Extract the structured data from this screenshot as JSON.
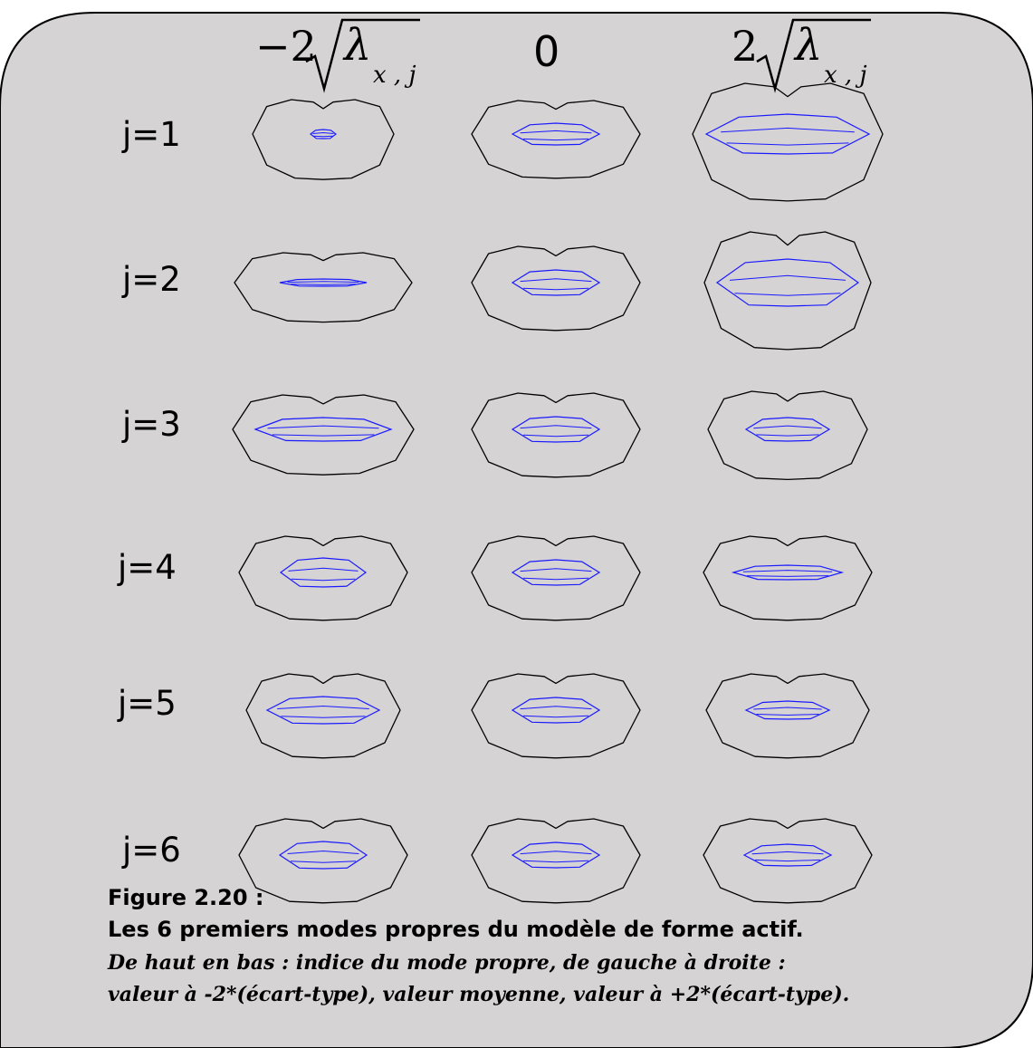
{
  "figure": {
    "column_headers": {
      "left_prefix": "−2",
      "center": "0",
      "right_prefix": "2",
      "radicand_symbol": "λ",
      "radicand_subscript": "x , j"
    },
    "rows": [
      {
        "label": "j=1"
      },
      {
        "label": "j=2"
      },
      {
        "label": "j=3"
      },
      {
        "label": "j=4"
      },
      {
        "label": "j=5"
      },
      {
        "label": "j=6"
      }
    ],
    "colors": {
      "background": "#d6d3d4",
      "outer_contour": "#000000",
      "inner_contour": "#1a1aff"
    }
  },
  "caption": {
    "number": "Figure 2.20 :",
    "title": "Les 6 premiers modes propres du modèle de forme actif.",
    "line1": "De haut en bas : indice du mode propre, de gauche à droite :",
    "line2": "valeur à -2*(écart-type), valeur moyenne, valeur à +2*(écart-type)."
  }
}
